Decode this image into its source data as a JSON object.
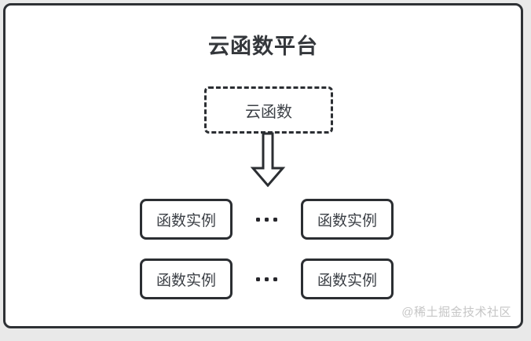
{
  "diagram": {
    "title": "云函数平台",
    "source": {
      "label": "云函数"
    },
    "instances": [
      {
        "label": "函数实例"
      },
      {
        "label": "函数实例"
      },
      {
        "label": "函数实例"
      },
      {
        "label": "函数实例"
      }
    ],
    "ellipsis": "...",
    "watermark": "@稀土掘金技术社区"
  },
  "colors": {
    "border": "#2b2e32",
    "frame": "#2e3135",
    "title_text": "#34373b",
    "box_text": "#3c4046",
    "watermark_text": "#c6c6c6",
    "page_background": "#e9e9e9",
    "card_background": "#ffffff"
  },
  "icons": {
    "down_arrow": "hollow-down-arrow"
  }
}
